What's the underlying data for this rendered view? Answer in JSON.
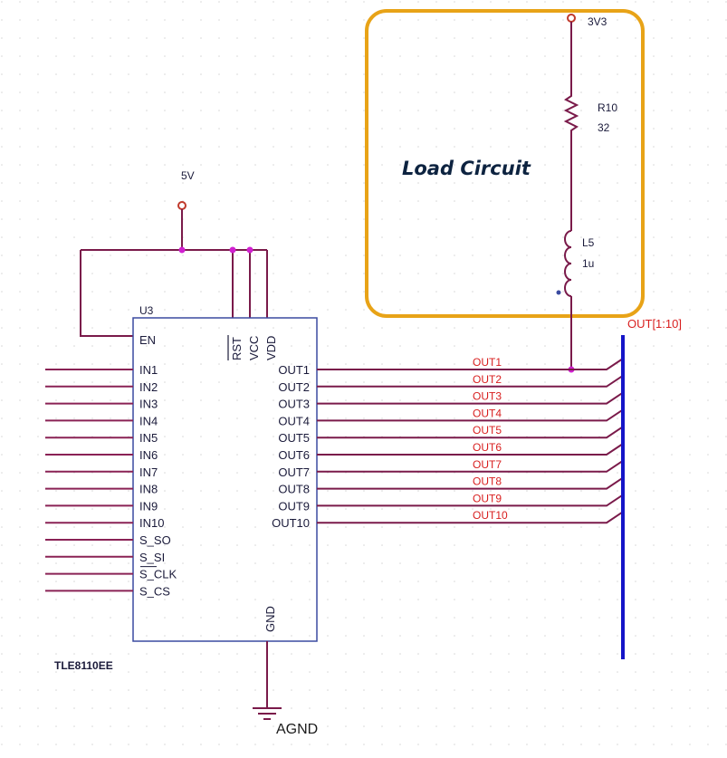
{
  "power": {
    "supply_5v": "5V",
    "supply_3v3": "3V3",
    "ground": "AGND"
  },
  "ic": {
    "ref": "U3",
    "part": "TLE8110EE",
    "top_pins": [
      "RST",
      "VCC",
      "VDD"
    ],
    "left_pins": [
      "EN",
      "IN1",
      "IN2",
      "IN3",
      "IN4",
      "IN5",
      "IN6",
      "IN7",
      "IN8",
      "IN9",
      "IN10",
      "S_SO",
      "S_SI",
      "S_CLK",
      "S_CS"
    ],
    "right_pins": [
      "OUT1",
      "OUT2",
      "OUT3",
      "OUT4",
      "OUT5",
      "OUT6",
      "OUT7",
      "OUT8",
      "OUT9",
      "OUT10"
    ],
    "bottom_pin": "GND"
  },
  "nets": [
    "OUT1",
    "OUT2",
    "OUT3",
    "OUT4",
    "OUT5",
    "OUT6",
    "OUT7",
    "OUT8",
    "OUT9",
    "OUT10"
  ],
  "bus": {
    "name": "OUT[1:10]"
  },
  "load": {
    "title": "Load Circuit",
    "resistor": {
      "ref": "R10",
      "value": "32"
    },
    "inductor": {
      "ref": "L5",
      "value": "1u"
    }
  },
  "colors": {
    "wire": "#7a1a4a",
    "net_label": "#d81e1e",
    "bus": "#1515c8",
    "component_body": "#3a4aa0",
    "load_box": "#e8a317",
    "junction": "#d020d0"
  }
}
